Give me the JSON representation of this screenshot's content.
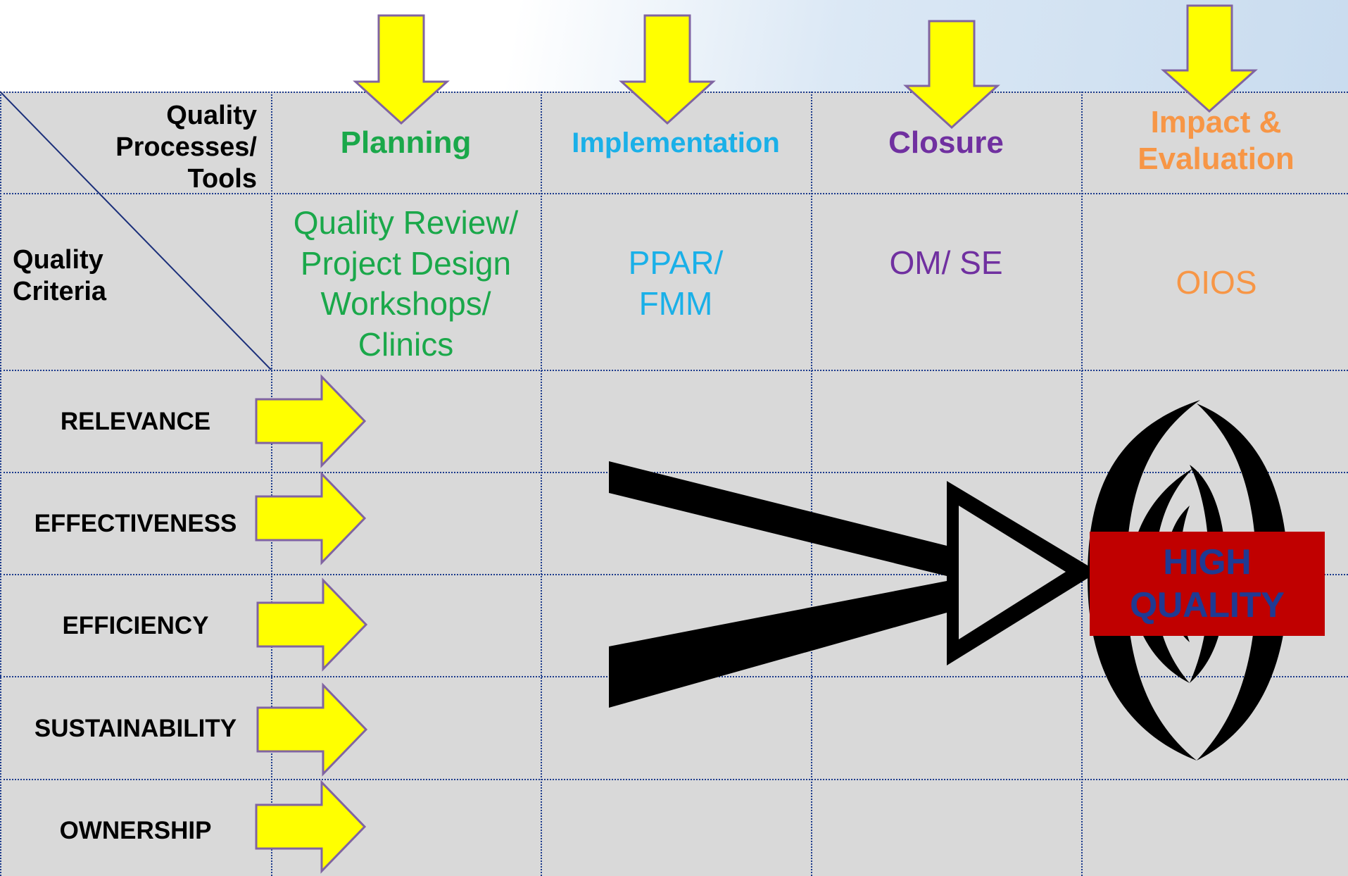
{
  "colors": {
    "planning": "#1aa84a",
    "implementation": "#1ab0e8",
    "closure": "#7030a0",
    "impact": "#f79646",
    "arrow_fill": "#ffff00",
    "arrow_stroke": "#8064a2",
    "badge_bg": "#c00000",
    "badge_text": "#1f3a93"
  },
  "header": {
    "processes_label": "Quality Processes/ Tools",
    "criteria_label": "Quality Criteria"
  },
  "phases": [
    {
      "label": "Planning",
      "tool": "Quality Review/ Project Design Workshops/ Clinics"
    },
    {
      "label": "Implementation",
      "tool": "PPAR/ FMM"
    },
    {
      "label": "Closure",
      "tool": "OM/ SE"
    },
    {
      "label": "Impact & Evaluation",
      "tool": "OIOS"
    }
  ],
  "criteria": [
    "RELEVANCE",
    "EFFECTIVENESS",
    "EFFICIENCY",
    "SUSTAINABILITY",
    "OWNERSHIP"
  ],
  "target": {
    "label": "HIGH QUALITY",
    "icon": "target-rings-icon"
  }
}
